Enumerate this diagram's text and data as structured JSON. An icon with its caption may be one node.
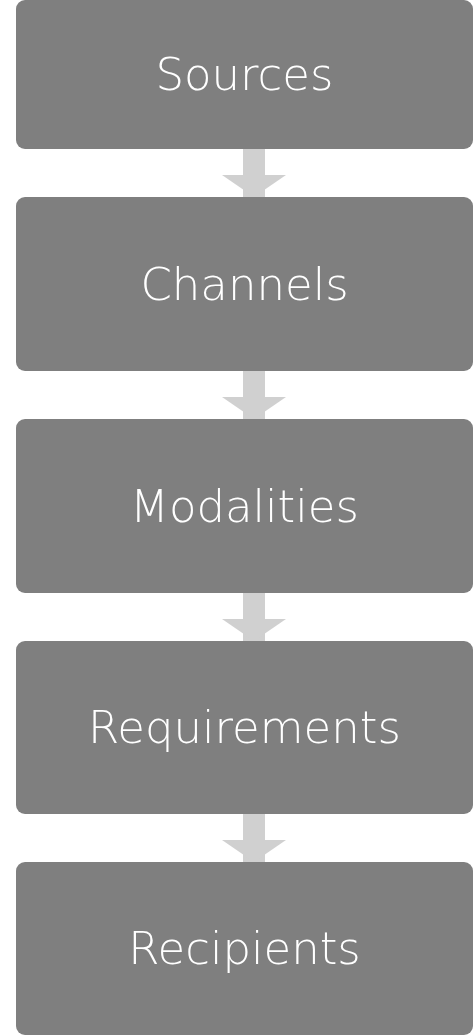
{
  "diagram": {
    "nodes": [
      {
        "text": [
          "Sources"
        ]
      },
      {
        "text": [
          "Channels"
        ]
      },
      {
        "text": [
          "Modalities"
        ]
      },
      {
        "text": [
          "Requirements"
        ]
      },
      {
        "text": [
          "Recipients"
        ]
      }
    ],
    "edges": [
      {
        "from": 0,
        "to": 1,
        "arrow": "to"
      },
      {
        "from": 1,
        "to": 2,
        "arrow": "to"
      },
      {
        "from": 2,
        "to": 3,
        "arrow": "to"
      },
      {
        "from": 3,
        "to": 4,
        "arrow": "to"
      }
    ]
  }
}
